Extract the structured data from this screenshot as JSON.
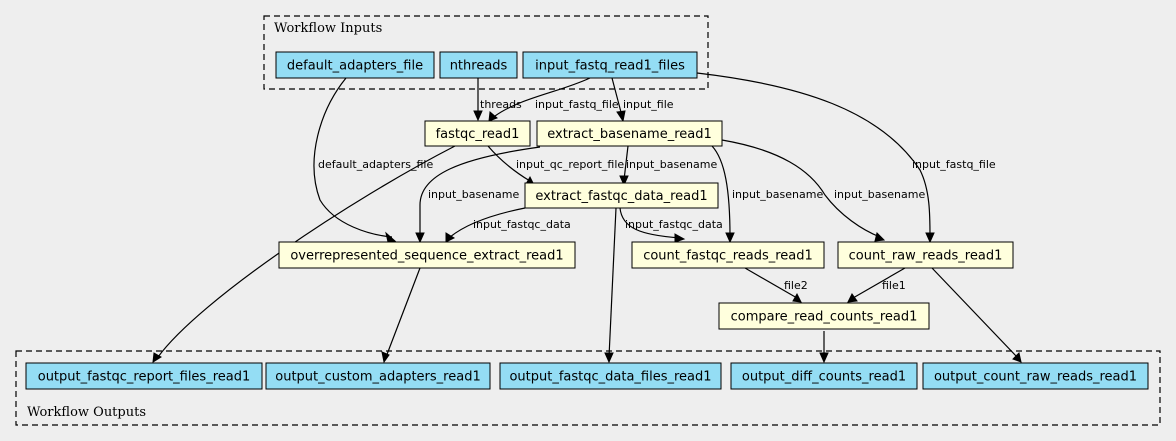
{
  "colors": {
    "background": "#eeeeee",
    "io_node_fill": "#94ddf4",
    "step_node_fill": "#ffffdd",
    "stroke": "#000000"
  },
  "clusters": {
    "inputs": {
      "title": "Workflow Inputs"
    },
    "outputs": {
      "title": "Workflow Outputs"
    }
  },
  "nodes": {
    "default_adapters_file": {
      "label": "default_adapters_file",
      "kind": "input"
    },
    "nthreads": {
      "label": "nthreads",
      "kind": "input"
    },
    "input_fastq_read1_files": {
      "label": "input_fastq_read1_files",
      "kind": "input"
    },
    "fastqc_read1": {
      "label": "fastqc_read1",
      "kind": "step"
    },
    "extract_basename_read1": {
      "label": "extract_basename_read1",
      "kind": "step"
    },
    "extract_fastqc_data_read1": {
      "label": "extract_fastqc_data_read1",
      "kind": "step"
    },
    "overrepresented_sequence_extract_read1": {
      "label": "overrepresented_sequence_extract_read1",
      "kind": "step"
    },
    "count_fastqc_reads_read1": {
      "label": "count_fastqc_reads_read1",
      "kind": "step"
    },
    "count_raw_reads_read1": {
      "label": "count_raw_reads_read1",
      "kind": "step"
    },
    "compare_read_counts_read1": {
      "label": "compare_read_counts_read1",
      "kind": "step"
    },
    "output_fastqc_report_files_read1": {
      "label": "output_fastqc_report_files_read1",
      "kind": "output"
    },
    "output_custom_adapters_read1": {
      "label": "output_custom_adapters_read1",
      "kind": "output"
    },
    "output_fastqc_data_files_read1": {
      "label": "output_fastqc_data_files_read1",
      "kind": "output"
    },
    "output_diff_counts_read1": {
      "label": "output_diff_counts_read1",
      "kind": "output"
    },
    "output_count_raw_reads_read1": {
      "label": "output_count_raw_reads_read1",
      "kind": "output"
    }
  },
  "edges": [
    {
      "id": "nthreads-fastqc",
      "from": "nthreads",
      "to": "fastqc_read1",
      "label": "threads"
    },
    {
      "id": "fastq-fastqc",
      "from": "input_fastq_read1_files",
      "to": "fastqc_read1",
      "label": "input_fastq_file"
    },
    {
      "id": "fastq-basename",
      "from": "input_fastq_read1_files",
      "to": "extract_basename_read1",
      "label": "input_file"
    },
    {
      "id": "fastq-rawreads",
      "from": "input_fastq_read1_files",
      "to": "count_raw_reads_read1",
      "label": "input_fastq_file"
    },
    {
      "id": "adapters-overrep",
      "from": "default_adapters_file",
      "to": "overrepresented_sequence_extract_read1",
      "label": "default_adapters_file"
    },
    {
      "id": "fastqc-report",
      "from": "fastqc_read1",
      "to": "output_fastqc_report_files_read1",
      "label": ""
    },
    {
      "id": "fastqc-extractdata",
      "from": "fastqc_read1",
      "to": "extract_fastqc_data_read1",
      "label": "input_qc_report_file"
    },
    {
      "id": "basename-extractdata",
      "from": "extract_basename_read1",
      "to": "extract_fastqc_data_read1",
      "label": "input_basename"
    },
    {
      "id": "basename-overrep",
      "from": "extract_basename_read1",
      "to": "overrepresented_sequence_extract_read1",
      "label": "input_basename"
    },
    {
      "id": "basename-countfastqc",
      "from": "extract_basename_read1",
      "to": "count_fastqc_reads_read1",
      "label": "input_basename"
    },
    {
      "id": "basename-rawreads",
      "from": "extract_basename_read1",
      "to": "count_raw_reads_read1",
      "label": "input_basename"
    },
    {
      "id": "data-overrep",
      "from": "extract_fastqc_data_read1",
      "to": "overrepresented_sequence_extract_read1",
      "label": "input_fastqc_data"
    },
    {
      "id": "data-countfastqc",
      "from": "extract_fastqc_data_read1",
      "to": "count_fastqc_reads_read1",
      "label": "input_fastqc_data"
    },
    {
      "id": "data-outdata",
      "from": "extract_fastqc_data_read1",
      "to": "output_fastqc_data_files_read1",
      "label": ""
    },
    {
      "id": "overrep-outadapters",
      "from": "overrepresented_sequence_extract_read1",
      "to": "output_custom_adapters_read1",
      "label": ""
    },
    {
      "id": "countfastqc-compare",
      "from": "count_fastqc_reads_read1",
      "to": "compare_read_counts_read1",
      "label": "file2"
    },
    {
      "id": "rawreads-compare",
      "from": "count_raw_reads_read1",
      "to": "compare_read_counts_read1",
      "label": "file1"
    },
    {
      "id": "rawreads-outcount",
      "from": "count_raw_reads_read1",
      "to": "output_count_raw_reads_read1",
      "label": ""
    },
    {
      "id": "compare-outdiff",
      "from": "compare_read_counts_read1",
      "to": "output_diff_counts_read1",
      "label": ""
    }
  ]
}
